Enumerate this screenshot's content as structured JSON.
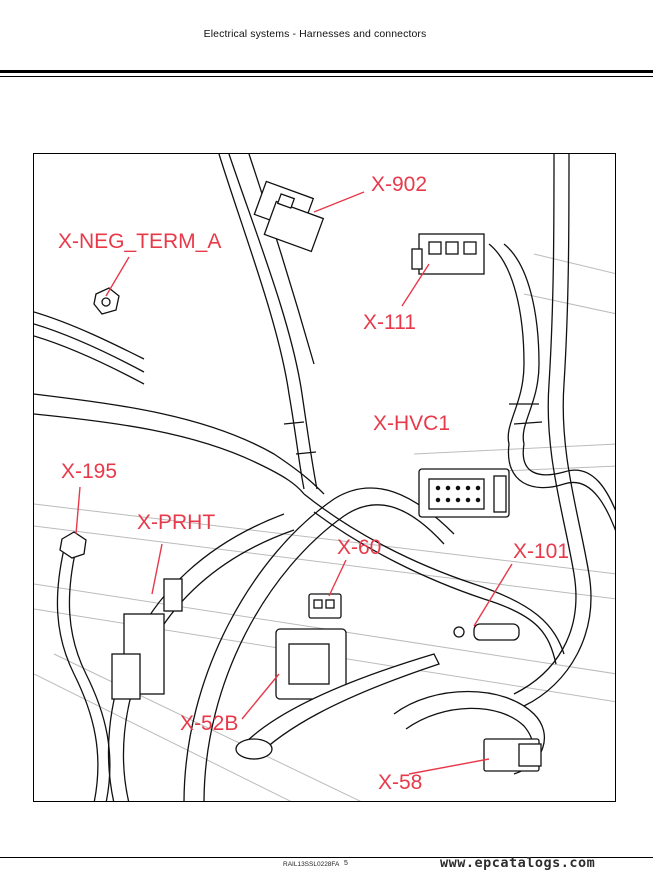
{
  "header": {
    "title": "Electrical systems - Harnesses and connectors"
  },
  "figure": {
    "callouts": [
      {
        "id": "x902",
        "text": "X-902"
      },
      {
        "id": "xneg",
        "text": "X-NEG_TERM_A"
      },
      {
        "id": "x111",
        "text": "X-111"
      },
      {
        "id": "xhvc1",
        "text": "X-HVC1"
      },
      {
        "id": "x195",
        "text": "X-195"
      },
      {
        "id": "xprht",
        "text": "X-PRHT"
      },
      {
        "id": "x60",
        "text": "X-60"
      },
      {
        "id": "x101",
        "text": "X-101"
      },
      {
        "id": "x52b",
        "text": "X-52B"
      },
      {
        "id": "x58",
        "text": "X-58"
      }
    ],
    "leader_color": "#e8394a"
  },
  "footer": {
    "ref": "RAIL13SSL0228FA",
    "page": "5",
    "url": "www.epcatalogs.com"
  }
}
